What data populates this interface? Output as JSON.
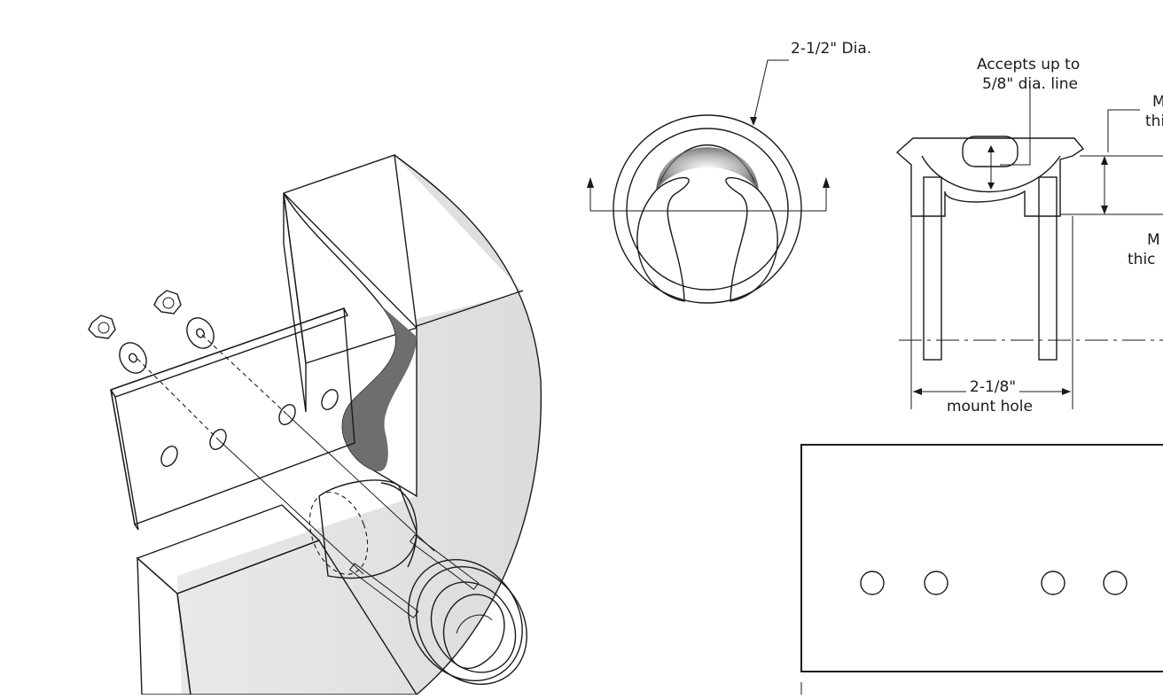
{
  "callouts": {
    "diameter": "2-1/2\" Dia.",
    "accepts_line1": "Accepts up to",
    "accepts_line2": "5/8\" dia. line",
    "mount_hole_line1": "2-1/8\"",
    "mount_hole_line2": "mount hole",
    "cut_right_top_1": "M",
    "cut_right_top_2": "thi",
    "cut_right_mid_1": "M",
    "cut_right_mid_2": "thic"
  },
  "colors": {
    "line": "#1a1a1a",
    "surface_light": "#e6e6e6",
    "surface_mid": "#9a9a9a",
    "surface_dark": "#6e6e6e",
    "plate": "#d9d9d9",
    "background": "#ffffff"
  },
  "template": {
    "hole_count": 4
  }
}
